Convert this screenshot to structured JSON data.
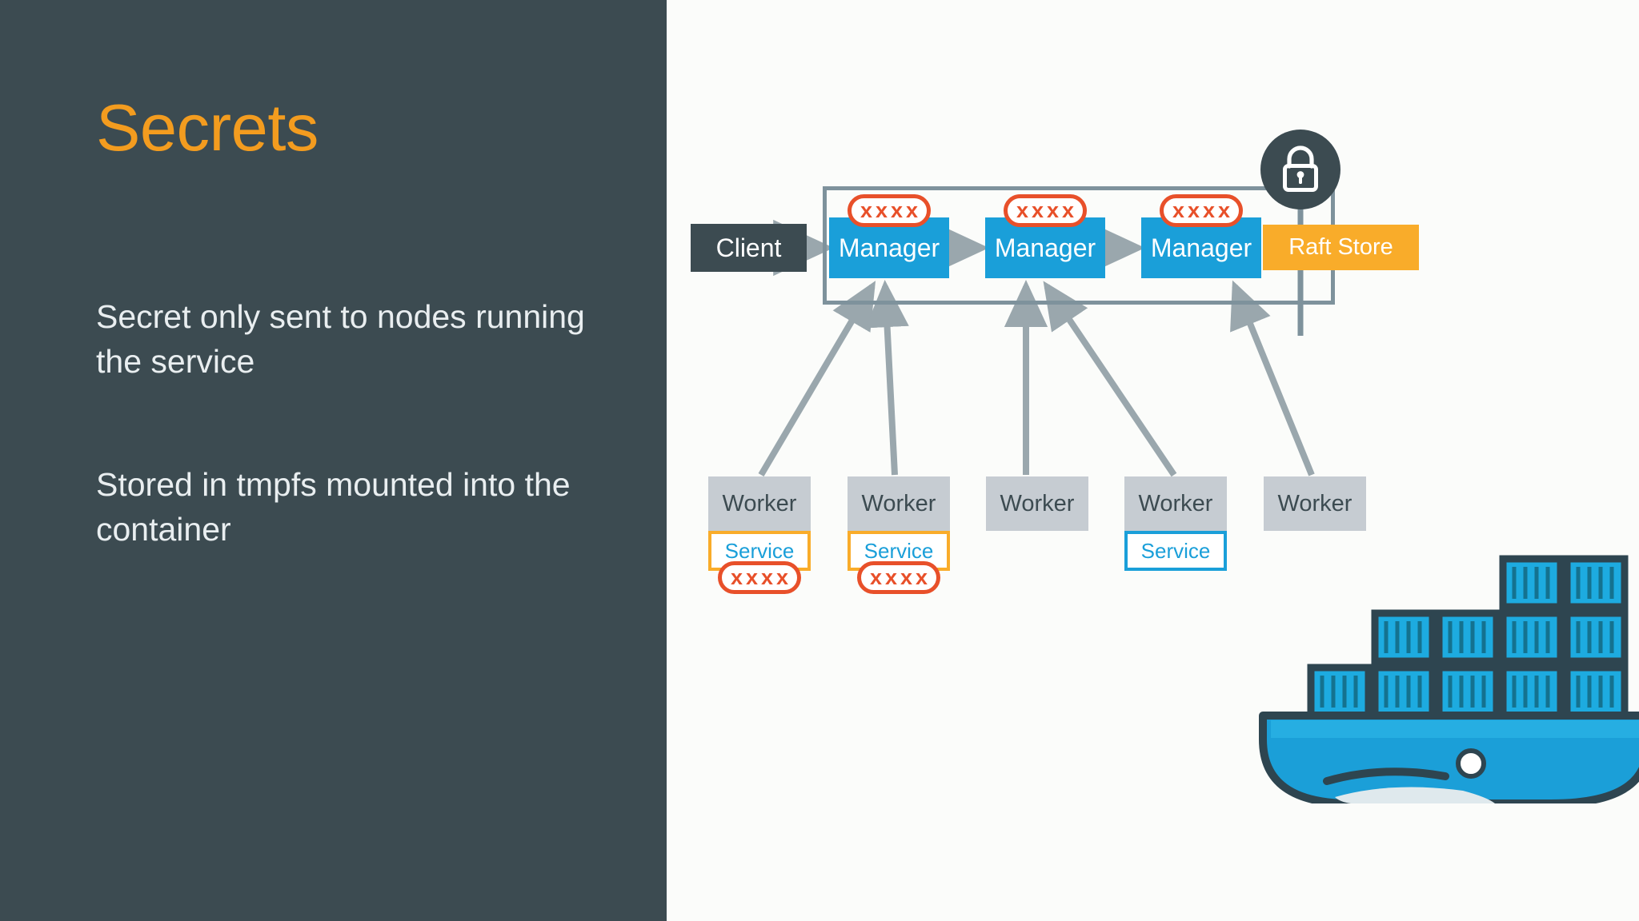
{
  "slide": {
    "title": "Secrets",
    "bullets": [
      "Secret only sent to nodes running the service",
      "Stored in tmpfs mounted into the container"
    ],
    "colors": {
      "panel_background": "#3c4b51",
      "title_accent": "#f39c1f",
      "body_text": "#e9eef0",
      "canvas_background": "#fbfcfa"
    }
  },
  "diagram": {
    "name": "docker-swarm-secrets-diagram",
    "client": {
      "label": "Client"
    },
    "swarm_boundary": {
      "label": ""
    },
    "managers": [
      {
        "label": "Manager",
        "secret": "xxxx"
      },
      {
        "label": "Manager",
        "secret": "xxxx"
      },
      {
        "label": "Manager",
        "secret": "xxxx"
      }
    ],
    "raft_store": {
      "label": "Raft Store"
    },
    "lock": {
      "icon": "lock-icon"
    },
    "workers": [
      {
        "label": "Worker",
        "service": {
          "label": "Service",
          "border": "#f9ac2a",
          "secret": "xxxx"
        }
      },
      {
        "label": "Worker",
        "service": {
          "label": "Service",
          "border": "#f9ac2a",
          "secret": "xxxx"
        }
      },
      {
        "label": "Worker",
        "service": null
      },
      {
        "label": "Worker",
        "service": {
          "label": "Service",
          "border": "#1a9fd9",
          "secret": null
        }
      },
      {
        "label": "Worker",
        "service": null
      }
    ],
    "logo": {
      "name": "docker-moby-whale-logo"
    },
    "colors": {
      "manager_fill": "#1a9fd9",
      "worker_fill": "#c6ccd2",
      "raft_fill": "#f9ac2a",
      "client_fill": "#3c4b51",
      "secret_stroke": "#e8502a",
      "service_border_orange": "#f9ac2a",
      "service_border_blue": "#1a9fd9",
      "connector": "#9aa7ad",
      "boundary": "#7e929c"
    }
  }
}
